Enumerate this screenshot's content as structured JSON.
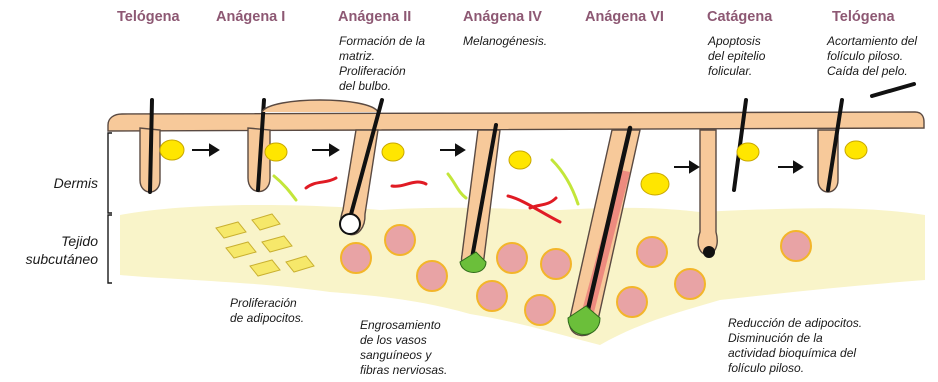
{
  "phases": [
    {
      "title": "Telógena",
      "notes": []
    },
    {
      "title": "Anágena I",
      "notes": []
    },
    {
      "title": "Anágena II",
      "notes": [
        "Formación de la",
        "matriz.",
        "Proliferación",
        "del bulbo."
      ]
    },
    {
      "title": "Anágena IV",
      "notes": [
        "Melanogénesis."
      ]
    },
    {
      "title": "Anágena VI",
      "notes": []
    },
    {
      "title": "Catágena",
      "notes": [
        "Apoptosis",
        "del epitelio",
        "folicular."
      ]
    },
    {
      "title": "Telógena",
      "notes": [
        "Acortamiento del",
        "folículo piloso.",
        "Caída del pelo."
      ]
    }
  ],
  "layers": {
    "dermis": "Dermis",
    "subcutaneous": [
      "Tejido",
      "subcutáneo"
    ]
  },
  "bottom_notes": {
    "adipocyte_proliferation": [
      "Proliferación",
      "de adipocitos."
    ],
    "vascular_thickening": [
      "Engrosamiento",
      "de los vasos",
      "sanguíneos y",
      "fibras nerviosas."
    ],
    "adipocyte_reduction": [
      "Reducción de adipocitos.",
      "Disminución de la",
      "actividad bioquímica del",
      "folículo piloso."
    ]
  },
  "colors": {
    "phase_title": "#8d5873",
    "skin": "#f7c99a",
    "skin_outline": "#5a4a42",
    "subcutaneous_fat": "#f9f4c9",
    "sebaceous_gland": "#ffe600",
    "blood_vessel": "#e01b24",
    "nerve_fiber": "#c3e63a",
    "adipocyte_fill": "#e8a3a5",
    "adipocyte_ring": "#f3b52a",
    "hair": "#111111"
  }
}
